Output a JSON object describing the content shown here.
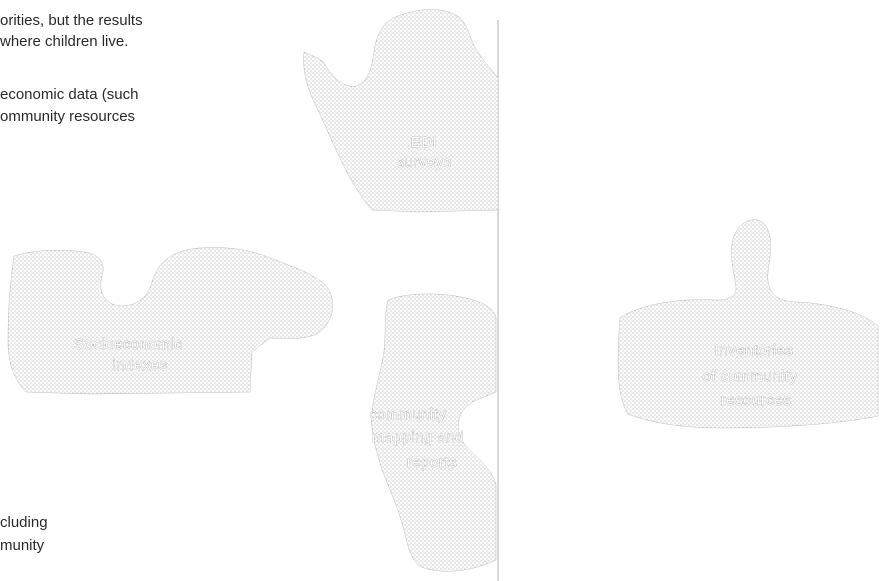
{
  "text": {
    "para1_line1": "orities, but the results",
    "para1_line2": "where children live.",
    "para2_line1": "economic data (such",
    "para2_line2": "ommunity resources",
    "para3_line1": "cluding",
    "para3_line2": "munity"
  },
  "pieces": {
    "edi": {
      "line1": "EDI",
      "line2": "surveys"
    },
    "socio": {
      "line1": "Socioeconomic",
      "line2": "indexes"
    },
    "mapping": {
      "line1": "community",
      "line2": "mapping and",
      "line3": "reports"
    },
    "inventories": {
      "line1": "Inventories",
      "line2": "of community",
      "line3": "resources"
    }
  },
  "colors": {
    "text": "#2a2a2a",
    "stipple": "#8a8a8a",
    "divider": "#b0b0b0"
  }
}
